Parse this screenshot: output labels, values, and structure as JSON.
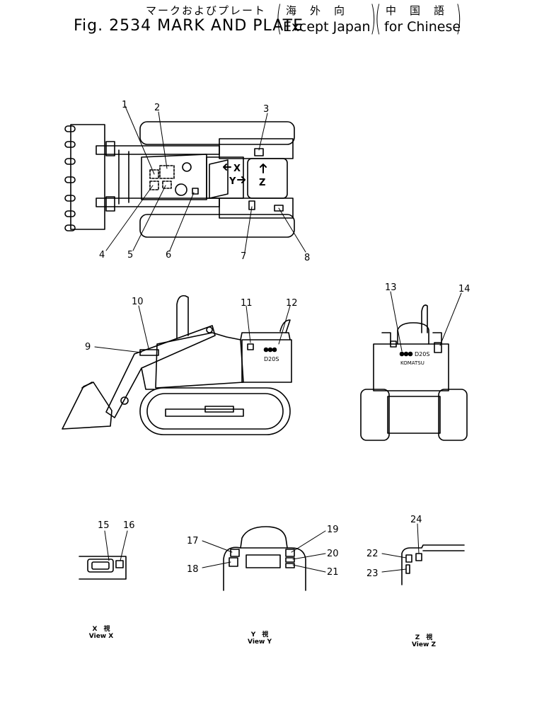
{
  "header": {
    "jp_title": "マークおよびプレート",
    "fig_title": "Fig. 2534  MARK AND PLATE",
    "group1_jp": "海　外　向",
    "group1_en": "Except  Japan",
    "group2_jp": "中　国　語",
    "group2_en": "for Chinese"
  },
  "top_view": {
    "callouts": [
      "1",
      "2",
      "3",
      "4",
      "5",
      "6",
      "7",
      "8"
    ],
    "arrow_labels": {
      "x": "X",
      "y": "Y",
      "z": "Z"
    }
  },
  "side_view": {
    "callouts": [
      "9",
      "10",
      "11",
      "12"
    ],
    "model_label": "D20S"
  },
  "rear_view": {
    "callouts": [
      "13",
      "14"
    ],
    "model_label": "D20S",
    "brand_label": "KOMATSU"
  },
  "view_x": {
    "callouts": [
      "15",
      "16"
    ],
    "caption_jp": "X　視",
    "caption_en": "View  X"
  },
  "view_y": {
    "callouts": [
      "17",
      "18",
      "19",
      "20",
      "21"
    ],
    "caption_jp": "Y　視",
    "caption_en": "View  Y"
  },
  "view_z": {
    "callouts": [
      "22",
      "23",
      "24"
    ],
    "caption_jp": "Z　視",
    "caption_en": "View  Z"
  }
}
